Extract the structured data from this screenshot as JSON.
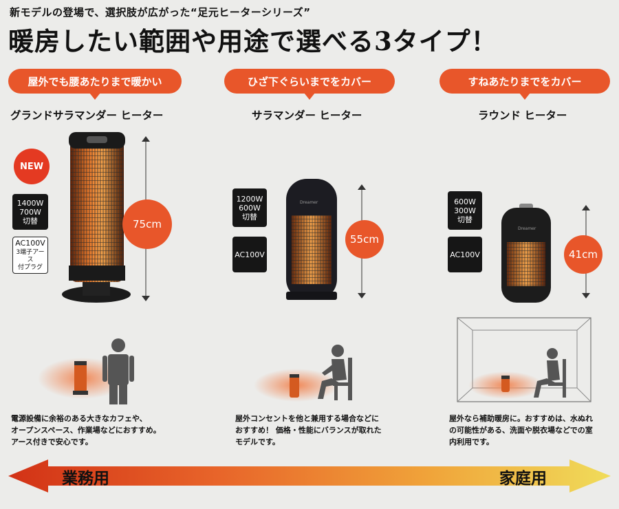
{
  "header": {
    "subtitle": "新モデルの登場で、選択肢が広がった“足元ヒーターシリーズ”",
    "headline": "暖房したい範囲や用途で選べる3タイプ！"
  },
  "products": [
    {
      "banner": "屋外でも腰あたりまで暖かい",
      "name": "グランドサラマンダー ヒーター",
      "new_badge": "NEW",
      "power": "1400W\n700W\n切替",
      "voltage": "AC100V",
      "plug": "3端子アース\n付プラグ",
      "height": "75cm",
      "description": "電源設備に余裕のある大きなカフェや、\nオープンスペース、作業場などにおすすめ。\nアース付きで安心です。"
    },
    {
      "banner": "ひざ下ぐらいまでをカバー",
      "name": "サラマンダー ヒーター",
      "power": "1200W\n600W\n切替",
      "voltage": "AC100V",
      "height": "55cm",
      "brand": "Dreamer",
      "description": "屋外コンセントを他と兼用する場合などに\nおすすめ！ 価格・性能にバランスが取れた\nモデルです。"
    },
    {
      "banner": "すねあたりまでをカバー",
      "name": "ラウンド ヒーター",
      "power": "600W\n300W\n切替",
      "voltage": "AC100V",
      "height": "41cm",
      "brand": "Dreamer",
      "description": "屋外なら補助暖房に。おすすめは、水ぬれ\nの可能性がある、洗面や脱衣場などでの室\n内利用です。"
    }
  ],
  "usage_scale": {
    "left": "業務用",
    "right": "家庭用"
  },
  "colors": {
    "accent": "#e8562a",
    "dark": "#161616",
    "background": "#ececea"
  }
}
